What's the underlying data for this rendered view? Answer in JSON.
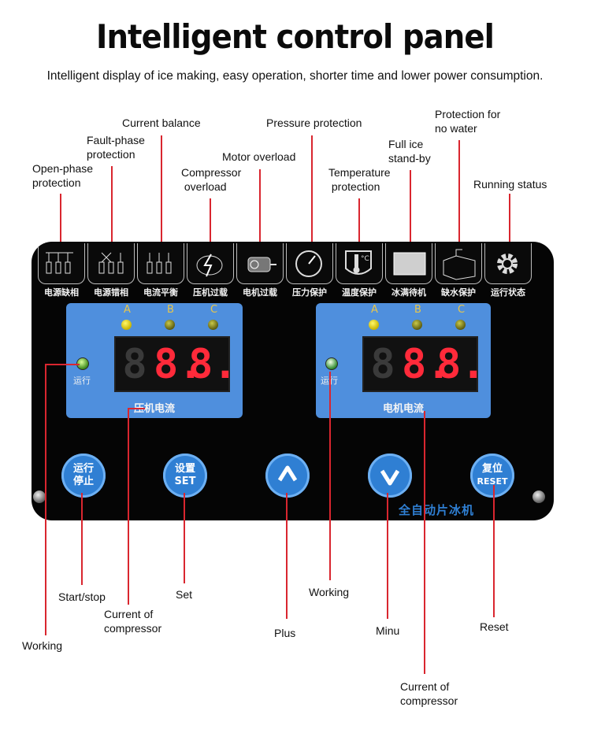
{
  "title": "Intelligent control panel",
  "subtitle": "Intelligent display of ice making, easy operation, shorter time and lower power consumption.",
  "callouts": {
    "open_phase": "Open-phase\nprotection",
    "fault_phase": "Fault-phase\nprotection",
    "current_balance": "Current balance",
    "compressor_overload": "Compressor\n overload",
    "motor_overload": "Motor overload",
    "pressure_protection": "Pressure protection",
    "temperature_protection": "Temperature\n protection",
    "full_ice": "Full ice\nstand-by",
    "no_water": "Protection for\nno water",
    "running_status": "Running status",
    "start_stop": "Start/stop",
    "current_of_compressor_1": "Current of\ncompressor",
    "set": "Set",
    "working_left": "Working",
    "plus": "Plus",
    "working_right": "Working",
    "minu": "Minu",
    "reset": "Reset",
    "current_of_compressor_2": "Current of\ncompressor"
  },
  "panel": {
    "icons": [
      {
        "label": "电源缺相",
        "icon": "open-phase-icon"
      },
      {
        "label": "电源错相",
        "icon": "fault-phase-icon"
      },
      {
        "label": "电流平衡",
        "icon": "current-balance-icon"
      },
      {
        "label": "压机过载",
        "icon": "compressor-overload-icon"
      },
      {
        "label": "电机过载",
        "icon": "motor-overload-icon"
      },
      {
        "label": "压力保护",
        "icon": "pressure-gauge-icon"
      },
      {
        "label": "温度保护",
        "icon": "thermometer-icon"
      },
      {
        "label": "冰满待机",
        "icon": "full-ice-icon"
      },
      {
        "label": "缺水保护",
        "icon": "no-water-icon"
      },
      {
        "label": "运行状态",
        "icon": "gear-icon"
      }
    ],
    "left_display": {
      "phases": [
        "A",
        "B",
        "C"
      ],
      "run_label": "运行",
      "digits": [
        "8",
        "8.",
        "8."
      ],
      "caption": "压机电流"
    },
    "right_display": {
      "phases": [
        "A",
        "B",
        "C"
      ],
      "run_label": "运行",
      "digits": [
        "8",
        "8.",
        "8."
      ],
      "caption": "电机电流"
    },
    "buttons": {
      "run_stop": [
        "运行",
        "停止"
      ],
      "set": [
        "设置",
        "SET"
      ],
      "reset": [
        "复位",
        "RESET"
      ]
    },
    "brand": "全自动片冰机"
  },
  "colors": {
    "accent_line": "#d9262f",
    "lcd_blue": "#4f8fdd",
    "button_blue": "#2f7fd3",
    "segment_red": "#ff2a3a"
  }
}
